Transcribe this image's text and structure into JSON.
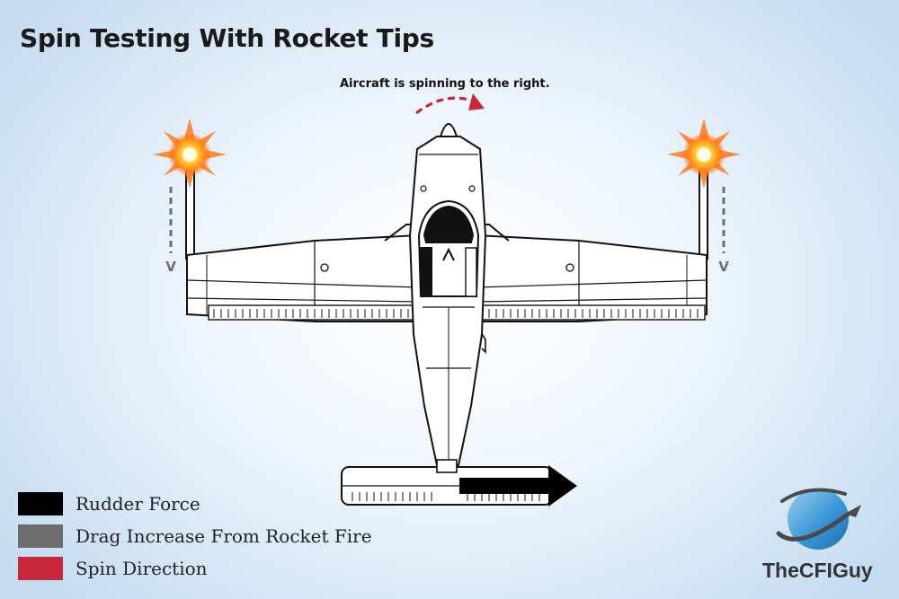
{
  "title": "Spin Testing With Rocket Tips",
  "annotation": "Aircraft is spinning to the right.",
  "legend": [
    {
      "label": "Rudder Force",
      "color": "#000000"
    },
    {
      "label": "Drag Increase From Rocket Fire",
      "color": "#6d6d6d"
    },
    {
      "label": "Spin Direction",
      "color": "#c8283c"
    }
  ],
  "drag_arrow_glyph": "V",
  "brand": "TheCFIGuy"
}
